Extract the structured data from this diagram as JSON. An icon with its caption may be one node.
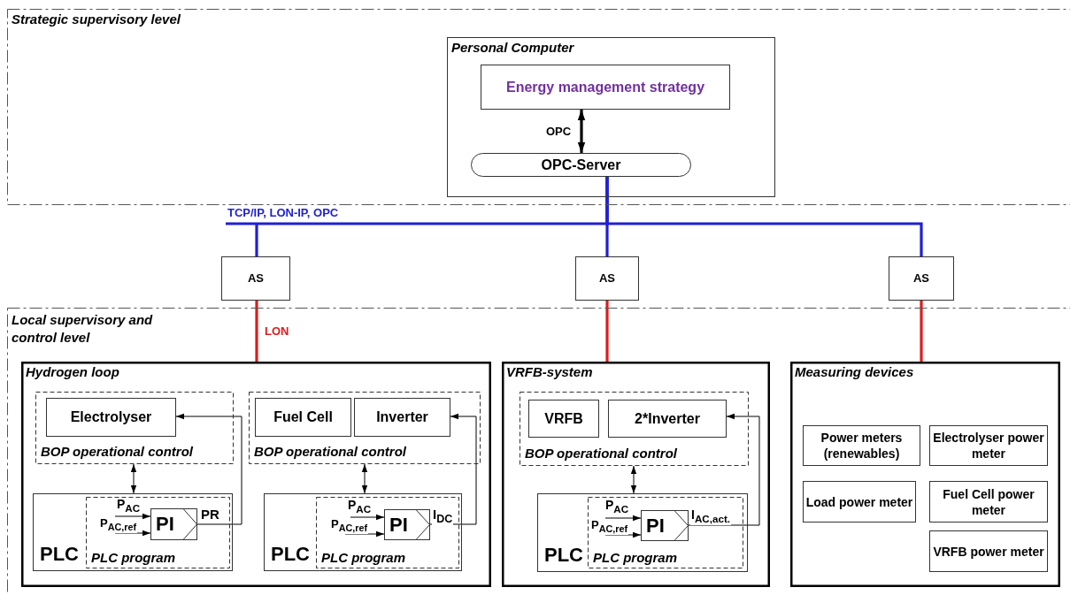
{
  "diagram": {
    "nodes": [
      {
        "text": [
          "Strategic supervisory level"
        ]
      },
      {
        "text": [
          "Personal Computer"
        ],
        "in": 0
      },
      {
        "text": [
          "Energy management strategy"
        ],
        "in": 1
      },
      {
        "text": [
          "OPC-Server"
        ],
        "in": 1
      },
      {
        "text": [
          "AS"
        ]
      },
      {
        "text": [
          "AS"
        ]
      },
      {
        "text": [
          "AS"
        ]
      },
      {
        "text": [
          "Local supervisory and control level"
        ]
      },
      {
        "text": [
          "Hydrogen loop"
        ],
        "in": 7
      },
      {
        "text": [
          "BOP operational control"
        ],
        "in": 8
      },
      {
        "text": [
          "Electrolyser"
        ],
        "in": 9
      },
      {
        "text": [
          "BOP operational control"
        ],
        "in": 8
      },
      {
        "text": [
          "Fuel Cell"
        ],
        "in": 11
      },
      {
        "text": [
          "Inverter"
        ],
        "in": 11
      },
      {
        "text": [
          "PLC"
        ],
        "in": 8
      },
      {
        "text": [
          "PLC program"
        ],
        "in": 14
      },
      {
        "text": [
          "PI"
        ],
        "in": 15
      },
      {
        "text": [
          "PLC"
        ],
        "in": 8
      },
      {
        "text": [
          "PLC program"
        ],
        "in": 17
      },
      {
        "text": [
          "PI"
        ],
        "in": 18
      },
      {
        "text": [
          "VRFB-system"
        ],
        "in": 7
      },
      {
        "text": [
          "BOP operational control"
        ],
        "in": 20
      },
      {
        "text": [
          "VRFB"
        ],
        "in": 21
      },
      {
        "text": [
          "2*Inverter"
        ],
        "in": 21
      },
      {
        "text": [
          "PLC"
        ],
        "in": 20
      },
      {
        "text": [
          "PLC program"
        ],
        "in": 24
      },
      {
        "text": [
          "PI"
        ],
        "in": 25
      },
      {
        "text": [
          "Measuring devices"
        ],
        "in": 7
      },
      {
        "text": [
          "Power meters (renewables)"
        ],
        "in": 27
      },
      {
        "text": [
          "Electrolyser power meter"
        ],
        "in": 27
      },
      {
        "text": [
          "Load power meter"
        ],
        "in": 27
      },
      {
        "text": [
          "Fuel Cell power meter"
        ],
        "in": 27
      },
      {
        "text": [
          "VRFB power meter"
        ],
        "in": 27
      }
    ],
    "edges": [
      {
        "from": 2,
        "to": 3,
        "arrow": "both",
        "label": "OPC",
        "style": "thick"
      },
      {
        "from": 3,
        "to": 4,
        "arrow": "none",
        "label": "TCP/IP, LON-IP, OPC",
        "style": "thick",
        "color": "#1f1fd6"
      },
      {
        "from": 3,
        "to": 5,
        "arrow": "none",
        "style": "thick",
        "color": "#1f1fd6"
      },
      {
        "from": 3,
        "to": 6,
        "arrow": "none",
        "style": "thick",
        "color": "#1f1fd6"
      },
      {
        "from": 4,
        "to": 8,
        "arrow": "none",
        "label": "LON",
        "style": "thick",
        "color": "#dd1c1c"
      },
      {
        "from": 5,
        "to": 20,
        "arrow": "none",
        "style": "thick",
        "color": "#dd1c1c"
      },
      {
        "from": 6,
        "to": 27,
        "arrow": "none",
        "style": "thick",
        "color": "#dd1c1c"
      },
      {
        "from": 9,
        "to": 14,
        "arrow": "both"
      },
      {
        "from": 11,
        "to": 17,
        "arrow": "both"
      },
      {
        "from": 21,
        "to": 24,
        "arrow": "both"
      },
      {
        "from": 16,
        "to": 10,
        "arrow": "to",
        "label": "PR"
      },
      {
        "from": 19,
        "to": 13,
        "arrow": "to",
        "label": "I$_{DC}$"
      },
      {
        "from": 26,
        "to": 23,
        "arrow": "to",
        "label": "I$_{AC,act.}$"
      },
      {
        "from": null,
        "to": 16,
        "arrow": "to",
        "label": "P$_{AC}$"
      },
      {
        "from": null,
        "to": 16,
        "arrow": "to",
        "label": "P$_{AC,ref}$"
      },
      {
        "from": null,
        "to": 19,
        "arrow": "to",
        "label": "P$_{AC}$"
      },
      {
        "from": null,
        "to": 19,
        "arrow": "to",
        "label": "P$_{AC,ref}$"
      },
      {
        "from": null,
        "to": 26,
        "arrow": "to",
        "label": "P$_{AC}$"
      },
      {
        "from": null,
        "to": 26,
        "arrow": "to",
        "label": "P$_{AC,ref}$"
      }
    ]
  }
}
